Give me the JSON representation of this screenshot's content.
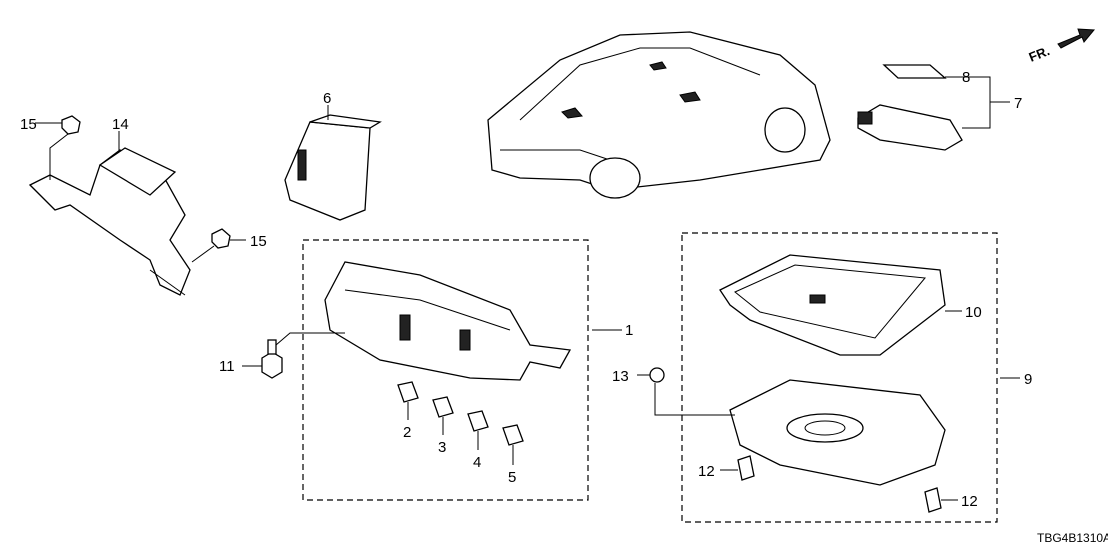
{
  "diagram": {
    "code": "TBG4B1310A",
    "direction_label": "FR.",
    "callouts": {
      "p1": "1",
      "p2": "2",
      "p3": "3",
      "p4": "4",
      "p5": "5",
      "p6": "6",
      "p7": "7",
      "p8": "8",
      "p9": "9",
      "p10": "10",
      "p11": "11",
      "p12a": "12",
      "p12b": "12",
      "p13": "13",
      "p14": "14",
      "p15a": "15",
      "p15b": "15"
    }
  }
}
